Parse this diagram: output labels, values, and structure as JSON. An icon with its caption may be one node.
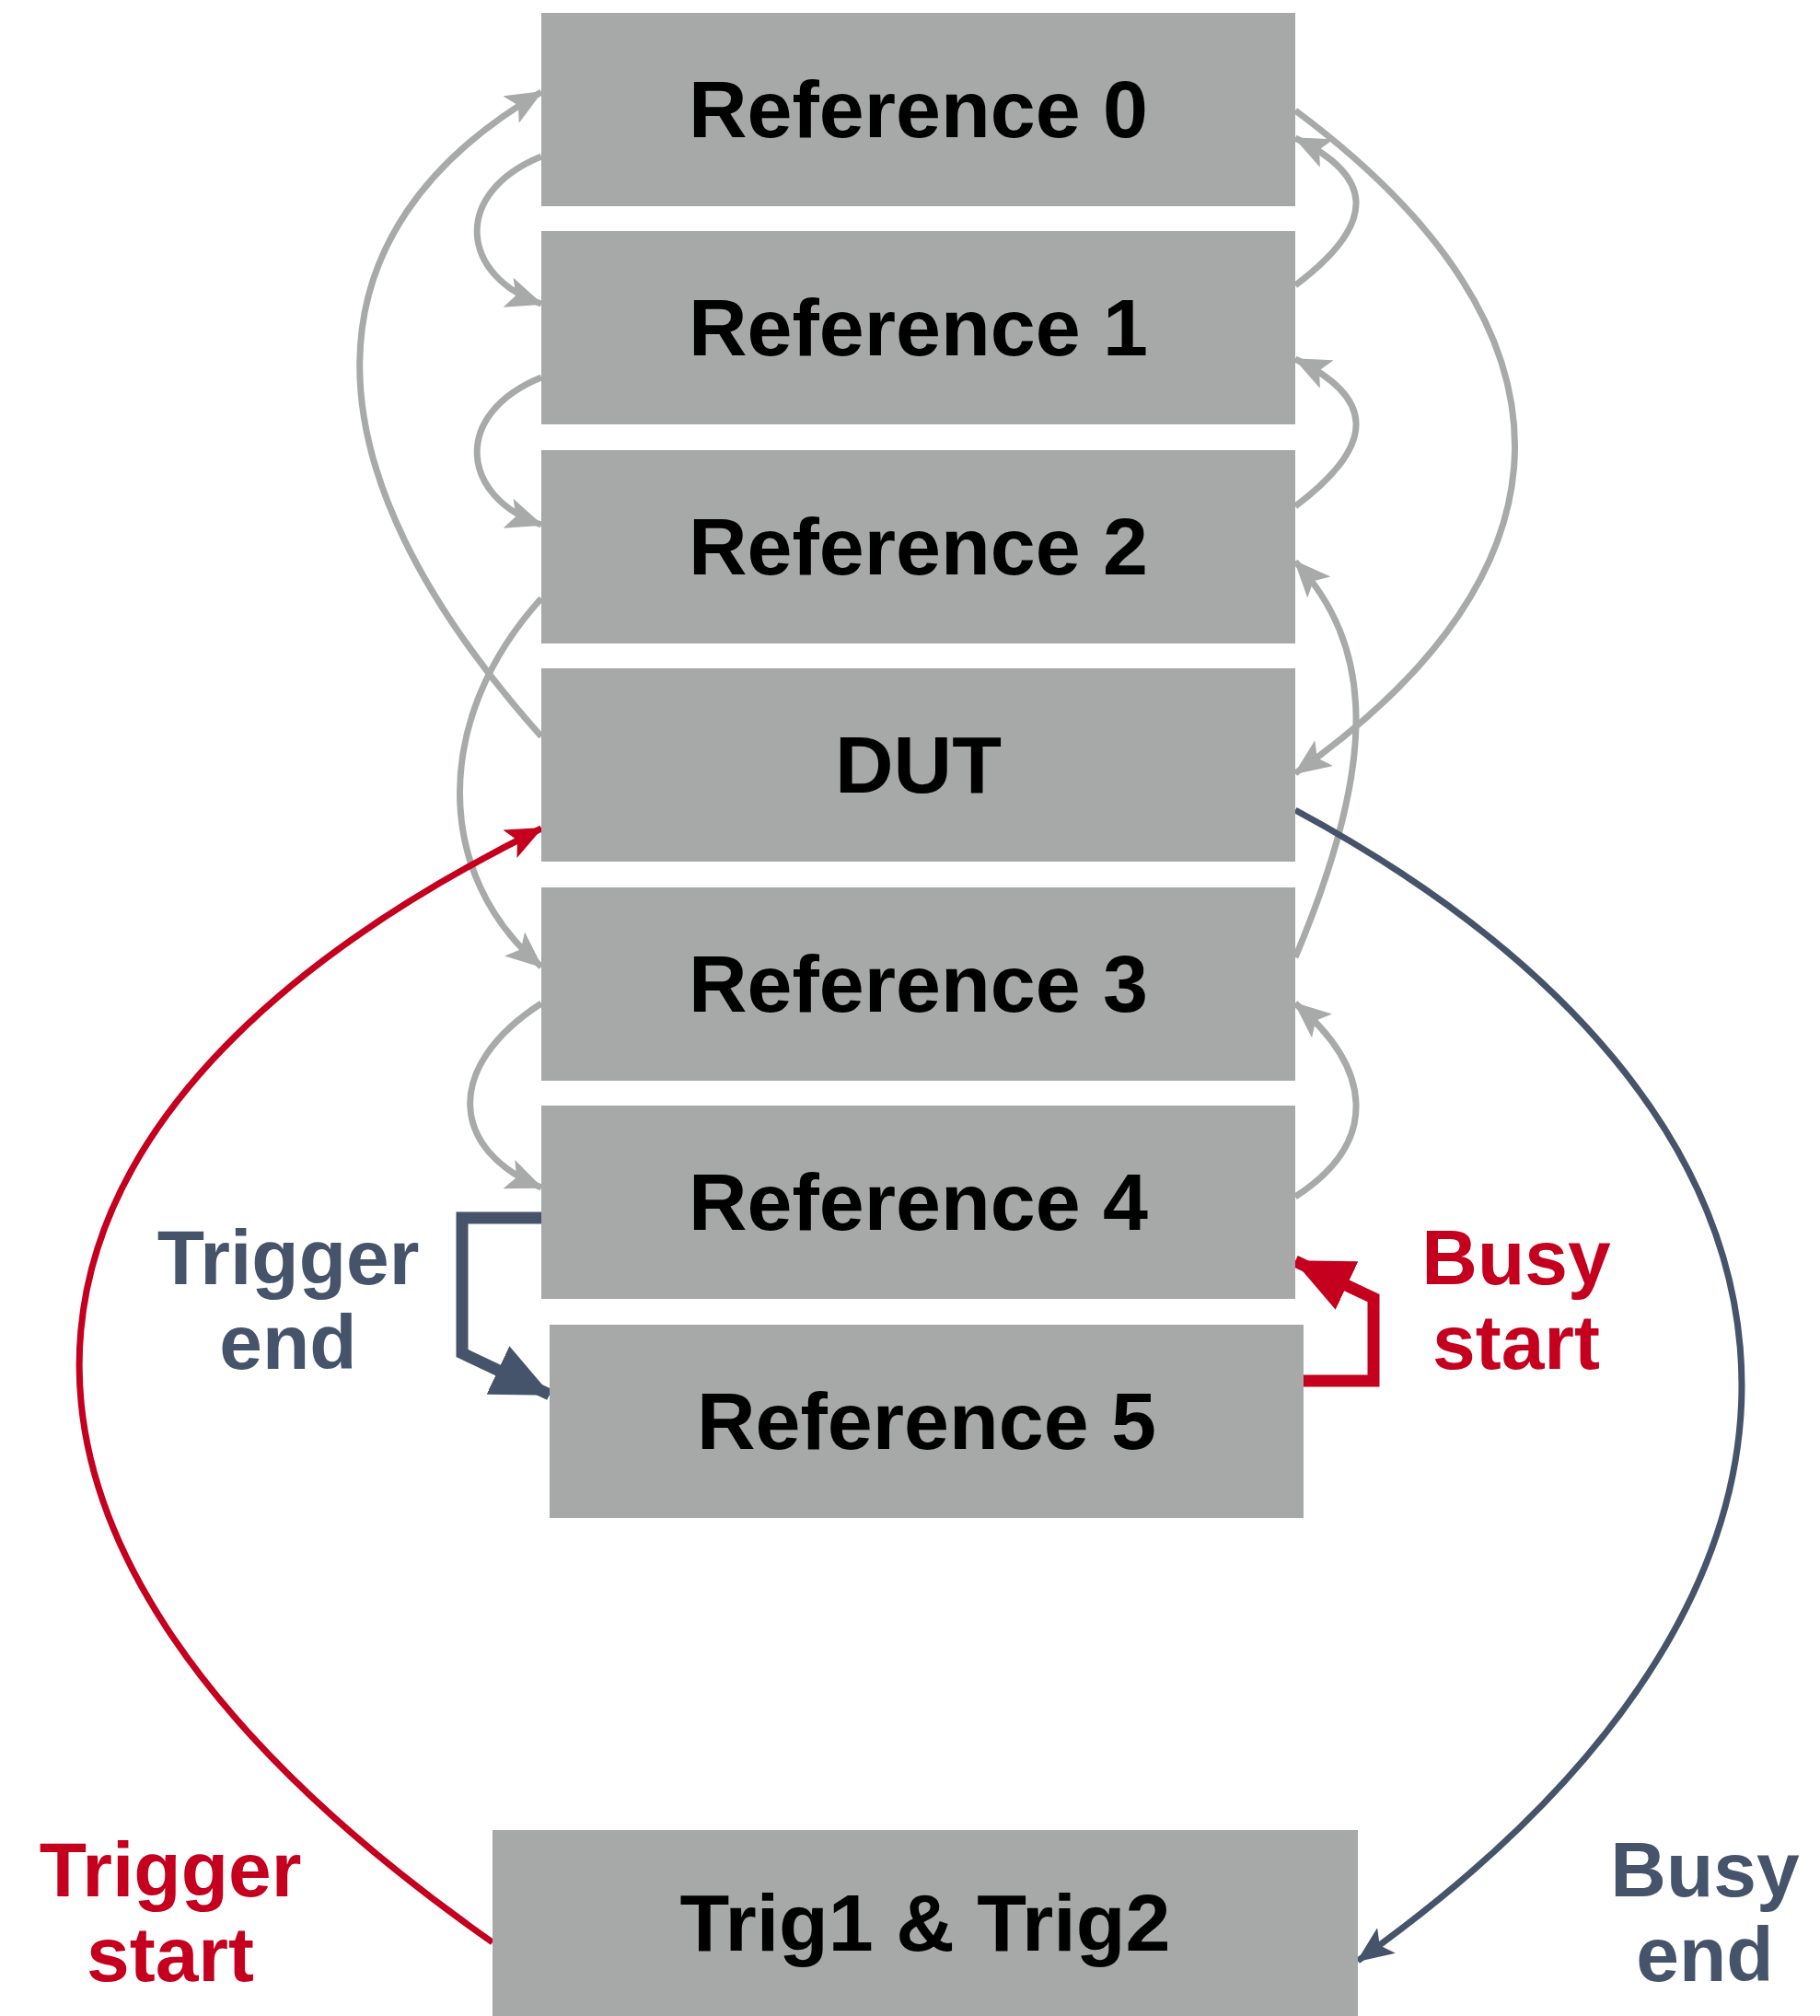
{
  "diagram": {
    "nodes": [
      {
        "text": [
          "Reference 0"
        ]
      },
      {
        "text": [
          "Reference 1"
        ]
      },
      {
        "text": [
          "Reference 2"
        ]
      },
      {
        "text": [
          "DUT"
        ]
      },
      {
        "text": [
          "Reference 3"
        ]
      },
      {
        "text": [
          "Reference 4"
        ]
      },
      {
        "text": [
          "Reference 5"
        ]
      },
      {
        "text": [
          "Trig1 & Trig2"
        ]
      }
    ],
    "edges": [
      {
        "from": 3,
        "to": 0,
        "arrow": "to"
      },
      {
        "from": 0,
        "to": 1,
        "arrow": "to"
      },
      {
        "from": 1,
        "to": 2,
        "arrow": "to"
      },
      {
        "from": 2,
        "to": 4,
        "arrow": "to"
      },
      {
        "from": 4,
        "to": 5,
        "arrow": "to"
      },
      {
        "from": 1,
        "to": 0,
        "arrow": "to"
      },
      {
        "from": 2,
        "to": 1,
        "arrow": "to"
      },
      {
        "from": 4,
        "to": 2,
        "arrow": "to"
      },
      {
        "from": 5,
        "to": 4,
        "arrow": "to"
      },
      {
        "from": 0,
        "to": 3,
        "arrow": "to"
      },
      {
        "from": 3,
        "to": 7,
        "arrow": "to",
        "label": "Busy end",
        "color": "#45546a"
      },
      {
        "from": 7,
        "to": 3,
        "arrow": "to",
        "label": "Trigger start",
        "color": "#c5001f"
      },
      {
        "from": 5,
        "to": 6,
        "arrow": "to",
        "label": "Trigger end",
        "style": "thick",
        "color": "#45546a"
      },
      {
        "from": 6,
        "to": 5,
        "arrow": "to",
        "label": "Busy start",
        "style": "thick",
        "color": "#c5001f"
      }
    ]
  }
}
